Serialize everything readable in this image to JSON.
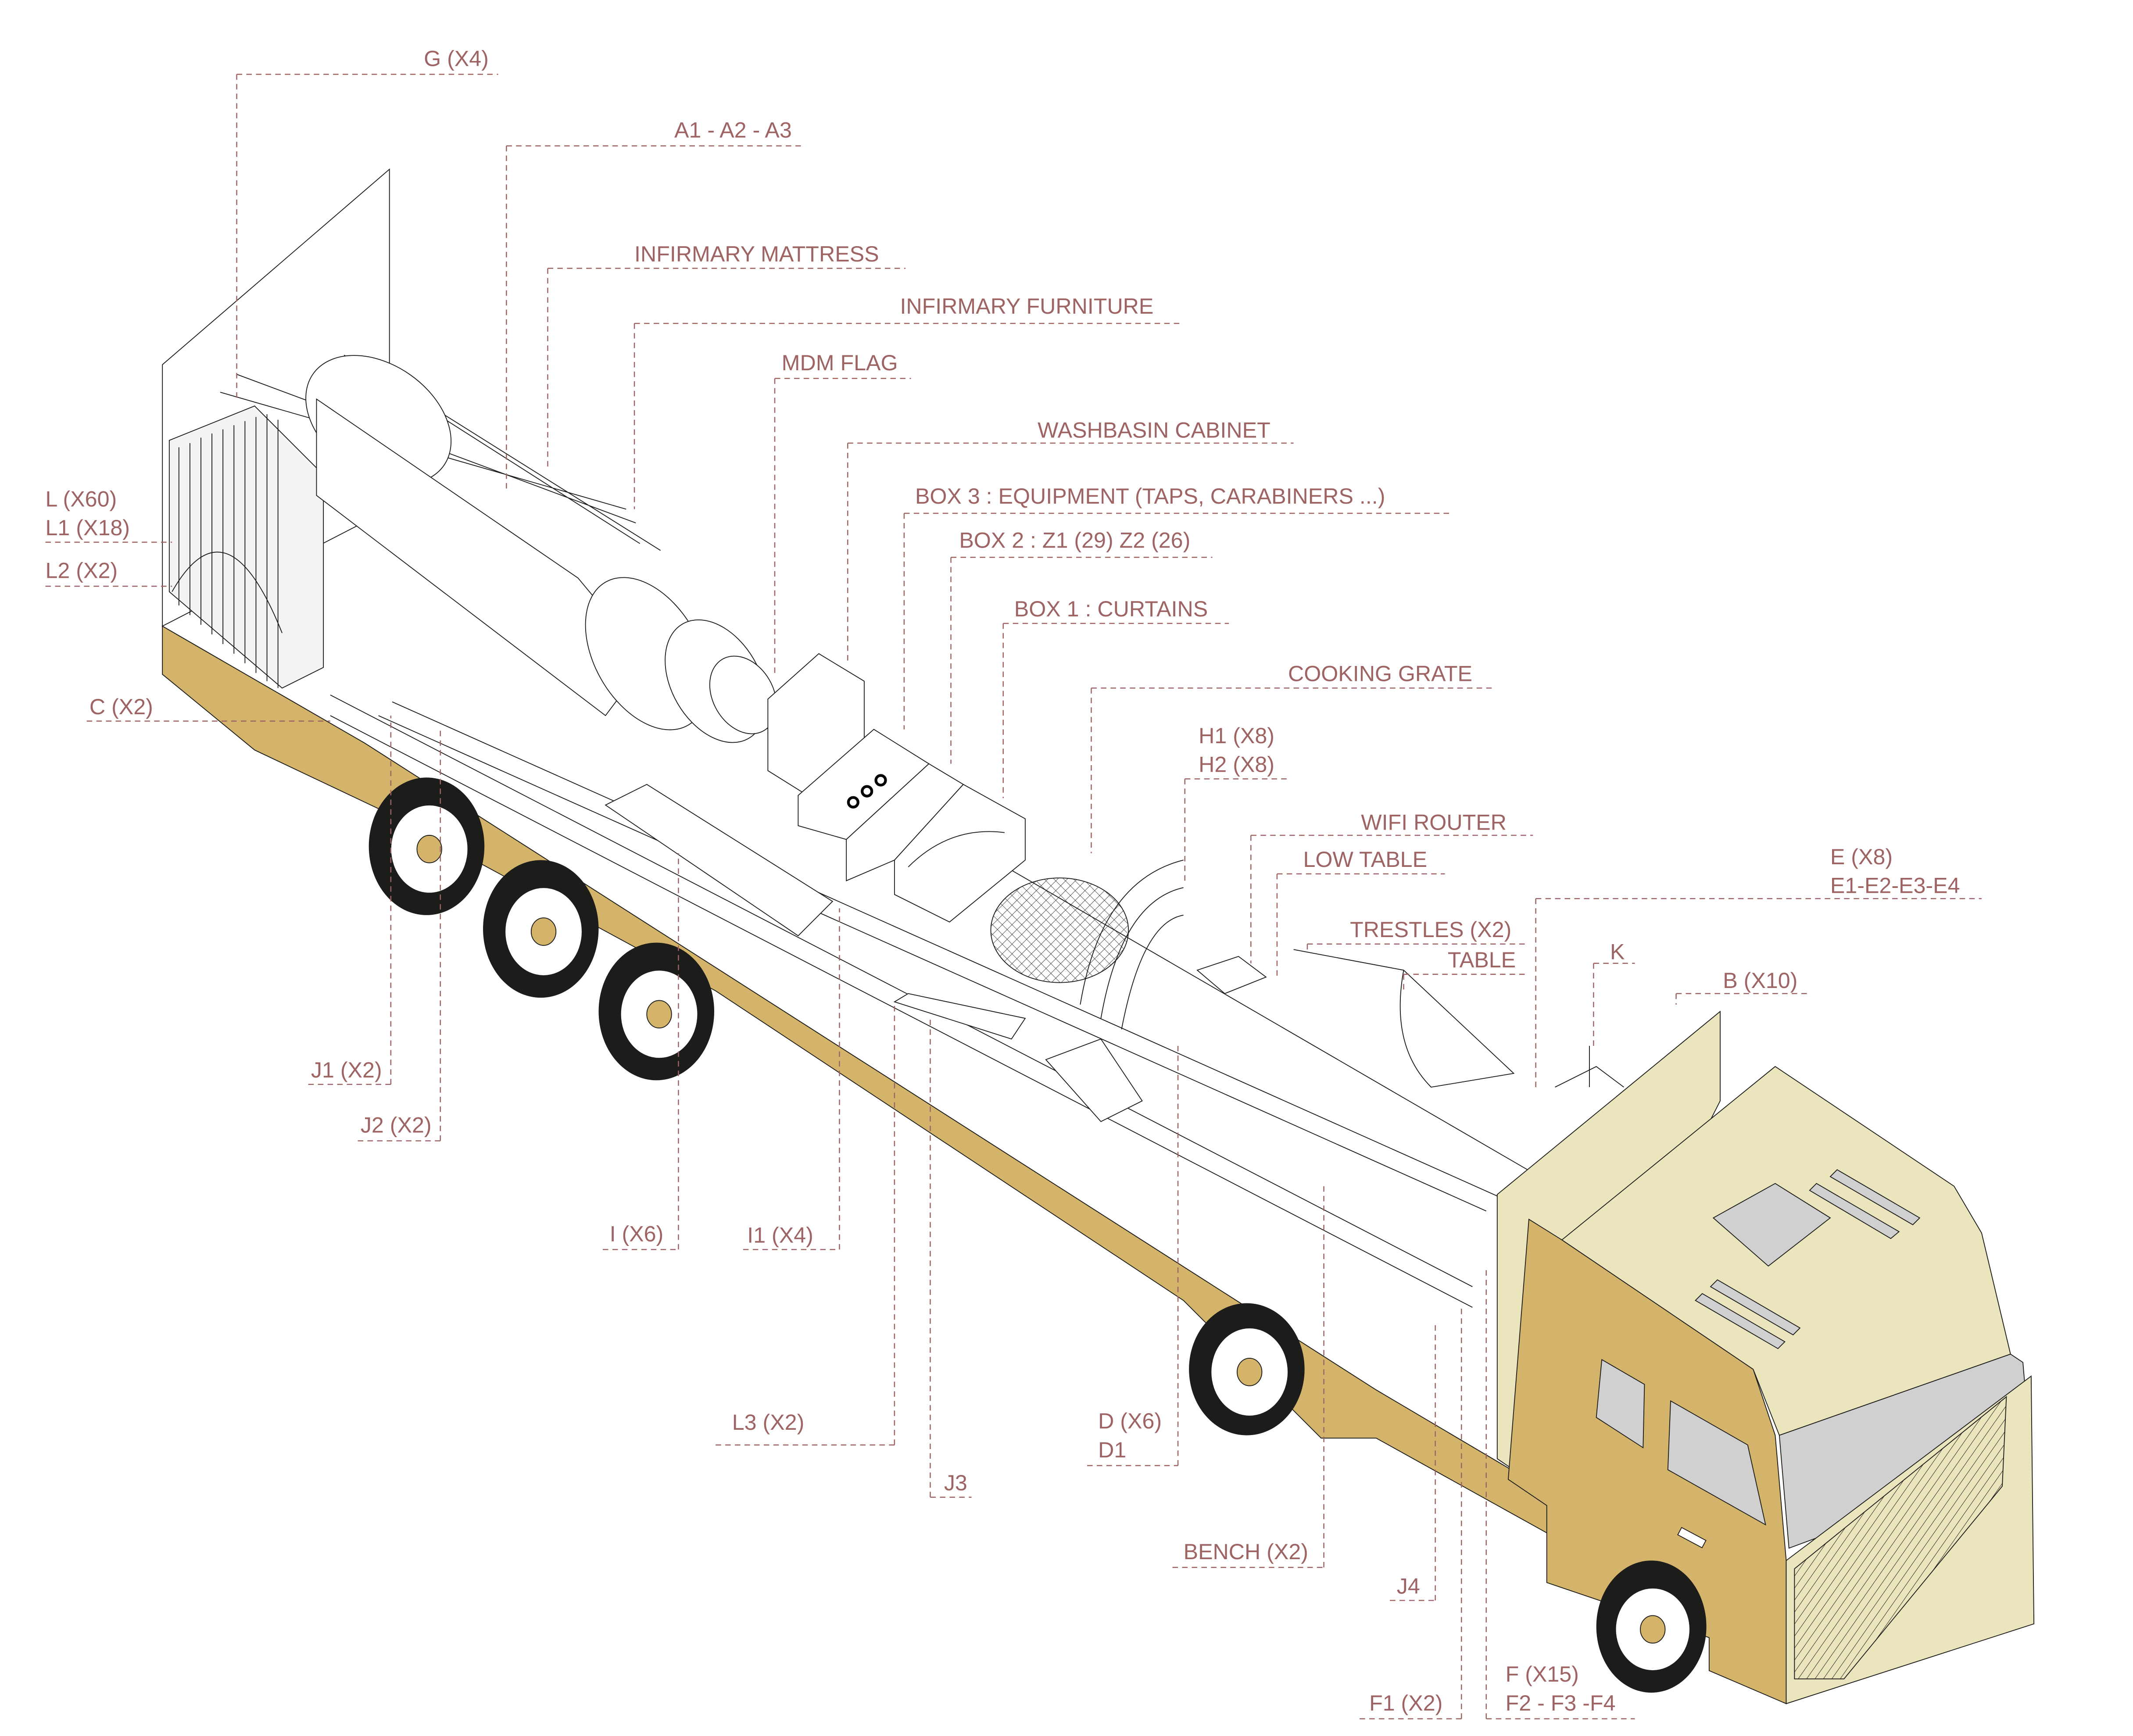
{
  "colors": {
    "label": "#9e6363",
    "gold": "#d3b46a",
    "cream": "#ebe5bd",
    "gray": "#d0d0d0",
    "tire": "#1c1c1a"
  },
  "labels": [
    {
      "lines": [
        "G (X4)"
      ]
    },
    {
      "lines": [
        "A1 - A2 - A3"
      ]
    },
    {
      "lines": [
        "INFIRMARY MATTRESS"
      ]
    },
    {
      "lines": [
        "INFIRMARY FURNITURE"
      ]
    },
    {
      "lines": [
        "MDM FLAG"
      ]
    },
    {
      "lines": [
        "WASHBASIN CABINET"
      ]
    },
    {
      "lines": [
        "BOX 3 : EQUIPMENT (TAPS, CARABINERS ...)"
      ]
    },
    {
      "lines": [
        "BOX 2 : Z1 (29) Z2 (26)"
      ]
    },
    {
      "lines": [
        "BOX 1 : CURTAINS"
      ]
    },
    {
      "lines": [
        "COOKING GRATE"
      ]
    },
    {
      "lines": [
        "H1 (X8)",
        "H2 (X8)"
      ]
    },
    {
      "lines": [
        "WIFI ROUTER"
      ]
    },
    {
      "lines": [
        "LOW TABLE"
      ]
    },
    {
      "lines": [
        "TRESTLES (X2)"
      ]
    },
    {
      "lines": [
        "TABLE"
      ]
    },
    {
      "lines": [
        "E (X8)",
        "E1-E2-E3-E4"
      ]
    },
    {
      "lines": [
        "K"
      ]
    },
    {
      "lines": [
        "B (X10)"
      ]
    },
    {
      "lines": [
        "L (X60)",
        "L1 (X18)"
      ]
    },
    {
      "lines": [
        "L2 (X2)"
      ]
    },
    {
      "lines": [
        "C (X2)"
      ]
    },
    {
      "lines": [
        "J1 (X2)"
      ]
    },
    {
      "lines": [
        "J2 (X2)"
      ]
    },
    {
      "lines": [
        "I (X6)"
      ]
    },
    {
      "lines": [
        "I1 (X4)"
      ]
    },
    {
      "lines": [
        "L3 (X2)"
      ]
    },
    {
      "lines": [
        "J3"
      ]
    },
    {
      "lines": [
        "D (X6)",
        "D1"
      ]
    },
    {
      "lines": [
        "BENCH (X2)"
      ]
    },
    {
      "lines": [
        "J4"
      ]
    },
    {
      "lines": [
        "F1 (X2)"
      ]
    },
    {
      "lines": [
        "F (X15)",
        "F2 - F3 -F4"
      ]
    }
  ]
}
